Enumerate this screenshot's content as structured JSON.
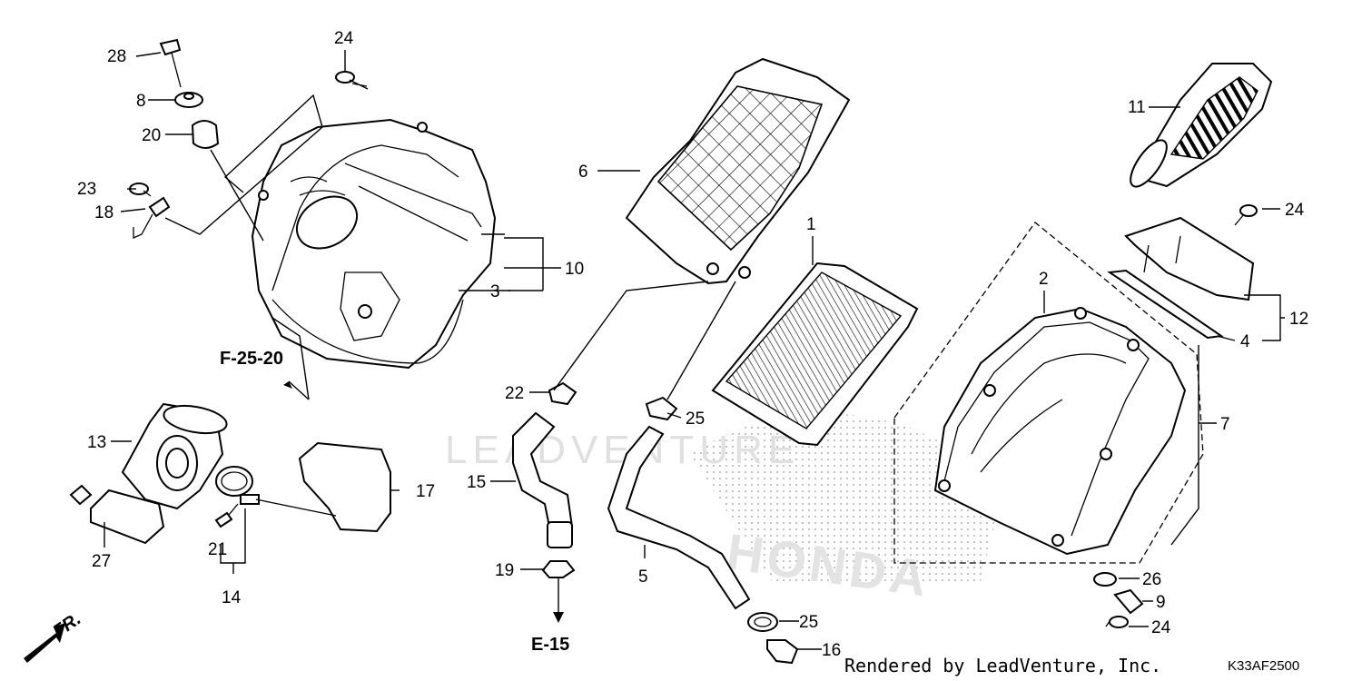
{
  "parts": {
    "p1": "1",
    "p2": "2",
    "p3": "3",
    "p4": "4",
    "p5": "5",
    "p6": "6",
    "p7": "7",
    "p8": "8",
    "p9": "9",
    "p10": "10",
    "p11": "11",
    "p12": "12",
    "p13": "13",
    "p14": "14",
    "p15": "15",
    "p16": "16",
    "p17": "17",
    "p18": "18",
    "p19": "19",
    "p20": "20",
    "p21": "21",
    "p22": "22",
    "p23": "23",
    "p24a": "24",
    "p24b": "24",
    "p24c": "24",
    "p25a": "25",
    "p25b": "25",
    "p26": "26",
    "p27": "27",
    "p28": "28"
  },
  "refs": {
    "f25": "F-25-20",
    "e15": "E-15",
    "fr": "FR."
  },
  "footer": {
    "credit": "Rendered by LeadVenture, Inc.",
    "code": "K33AF2500"
  },
  "watermark": {
    "text": "LEADVENTURE",
    "brand": "HONDA"
  },
  "colors": {
    "ink": "#000000",
    "paper": "#ffffff",
    "watermark": "#d9d9d9"
  }
}
